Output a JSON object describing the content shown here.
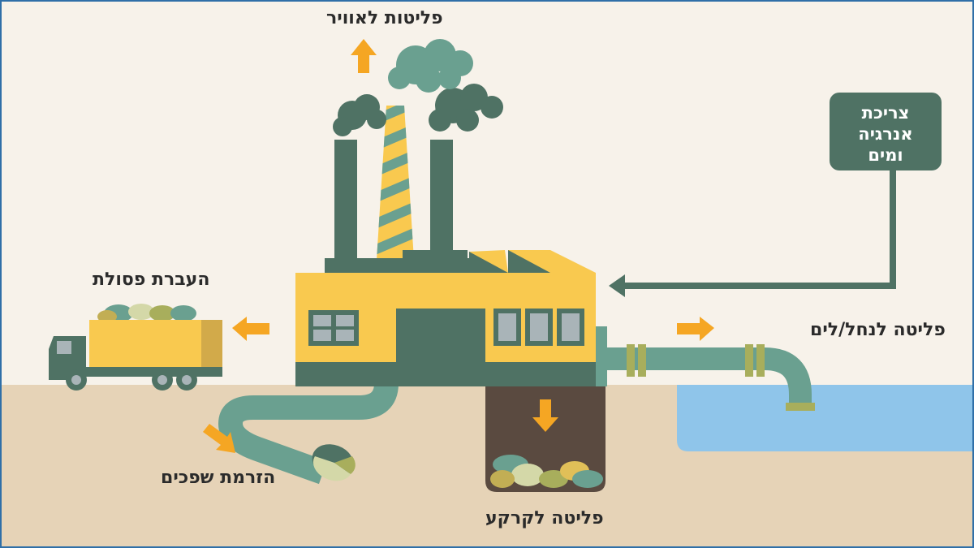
{
  "labels": {
    "air_emissions": "פליטות לאוויר",
    "waste_transfer": "העברת פסולת",
    "effluent_discharge": "הזרמת שפכים",
    "soil_emission": "פליטה לקרקע",
    "river_sea_emission": "פליטה לנחל/לים",
    "energy_water_line1": "צריכת",
    "energy_water_line2": "אנרגיה",
    "energy_water_line3": "ומים"
  },
  "colors": {
    "background": "#f7f2ea",
    "ground": "#e6d3b7",
    "factory_yellow": "#f9c94f",
    "factory_green": "#4f7264",
    "pipe_green": "#6aa090",
    "arrow_orange": "#f5a623",
    "water": "#8fc5ea",
    "soil_pit": "#5a4a40",
    "frame_border": "#2f6fa8"
  },
  "icons": [
    "factory-icon",
    "truck-icon",
    "smoke-cloud-icon",
    "pipe-icon",
    "arrow-icon"
  ]
}
